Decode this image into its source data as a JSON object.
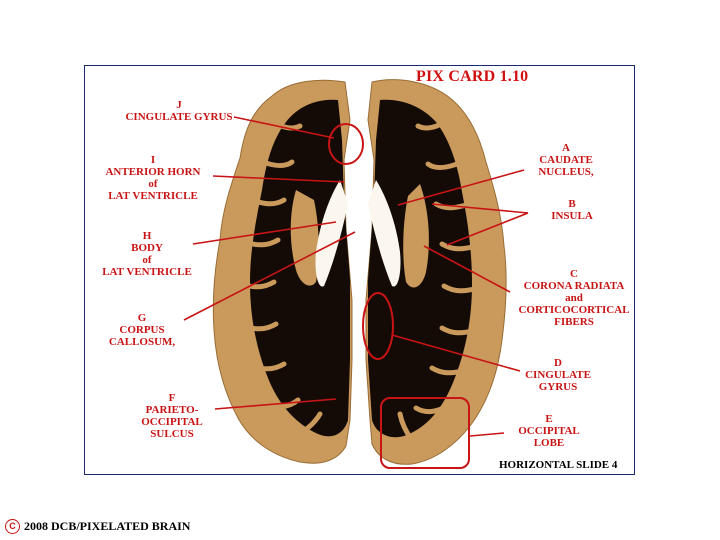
{
  "card_title": "PIX CARD 1.10",
  "slide_label": "HORIZONTAL SLIDE 4",
  "footer": {
    "copyright_symbol": "C",
    "text": "2008  DCB/PIXELATED BRAIN"
  },
  "colors": {
    "label_red": "#c81414",
    "white_matter": "#140b06",
    "gray_matter": "#c99a5c",
    "frame_border": "#1c2a6b"
  },
  "labels": {
    "J": {
      "letter": "J",
      "lines": [
        "CINGULATE GYRUS"
      ]
    },
    "I": {
      "letter": "I",
      "lines": [
        "ANTERIOR HORN",
        "of",
        "LAT VENTRICLE"
      ]
    },
    "H": {
      "letter": "H",
      "lines": [
        "BODY",
        "of",
        "LAT VENTRICLE"
      ]
    },
    "G": {
      "letter": "G",
      "lines": [
        "CORPUS",
        "CALLOSUM,"
      ]
    },
    "F": {
      "letter": "F",
      "lines": [
        "PARIETO-",
        "OCCIPITAL",
        "SULCUS"
      ]
    },
    "A": {
      "letter": "A",
      "lines": [
        "CAUDATE",
        "NUCLEUS,"
      ]
    },
    "B": {
      "letter": "B",
      "lines": [
        "INSULA"
      ]
    },
    "C": {
      "letter": "C",
      "lines": [
        "CORONA RADIATA",
        "and",
        "CORTICOCORTICAL",
        "FIBERS"
      ]
    },
    "D": {
      "letter": "D",
      "lines": [
        "CINGULATE",
        "GYRUS"
      ]
    },
    "E": {
      "letter": "E",
      "lines": [
        "OCCIPITAL",
        "LOBE"
      ]
    }
  }
}
